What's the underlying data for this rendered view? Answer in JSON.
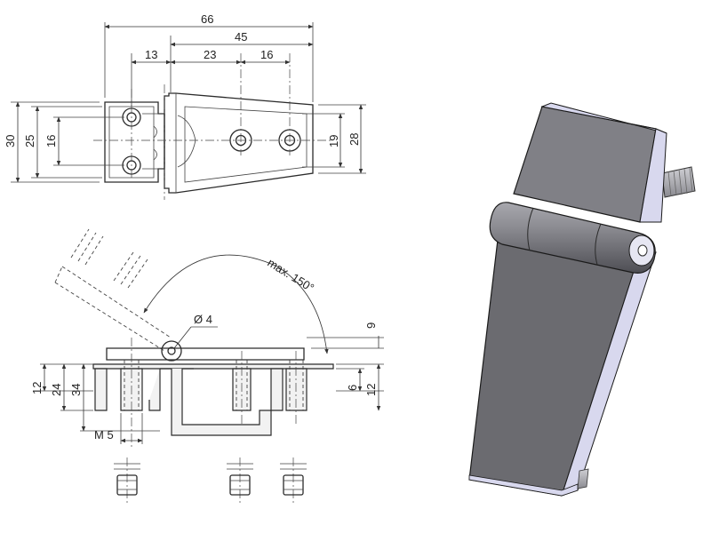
{
  "top_view": {
    "dim_overall_width": "66",
    "dim_hole_span": "45",
    "dim_left_offset": "13",
    "dim_mid_spacing": "23",
    "dim_right_spacing": "16",
    "dim_height_left_outer": "30",
    "dim_height_left_inner": "25",
    "dim_hole_pitch_left": "16",
    "dim_height_right_inner": "19",
    "dim_height_right_outer": "28"
  },
  "side_view": {
    "angle_label": "max. 150°",
    "pin_diameter": "Ø 4",
    "thread_label": "M 5",
    "dim_left_12": "12",
    "dim_left_24": "24",
    "dim_left_34": "34",
    "dim_right_9": "9",
    "dim_right_6": "6",
    "dim_right_12": "12"
  },
  "iso_view": {
    "colors": {
      "face_dark": "#6b6b70",
      "face_mid": "#808086",
      "edge_light": "#d8d8ee",
      "outline": "#1a1a1a"
    }
  }
}
